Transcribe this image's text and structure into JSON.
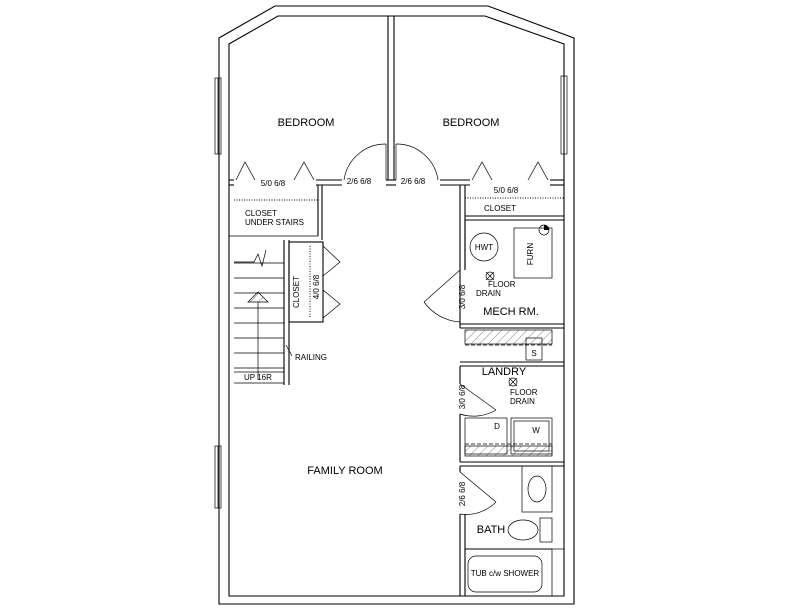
{
  "rooms": {
    "bedroom_left": "BEDROOM",
    "bedroom_right": "BEDROOM",
    "family_room": "FAMILY ROOM",
    "mech_room": "MECH RM.",
    "laundry": "LANDRY",
    "bath": "BATH",
    "closet_right": "CLOSET",
    "closet_stairs_line1": "CLOSET",
    "closet_stairs_line2": "UNDER STAIRS",
    "closet_vertical": "CLOSET"
  },
  "dimensions": {
    "bed_left_closet": "5/0 6/8",
    "bed_left_door": "2/6 6/8",
    "bed_right_door": "2/6 6/8",
    "bed_right_closet": "5/0 6/8",
    "closet_vertical_door": "4/0 6/8",
    "mech_door": "3/0 6/8",
    "laundry_door": "3/0 6/8",
    "bath_door": "2/6 6/8"
  },
  "fixtures": {
    "hwt": "HWT",
    "furnace": "FURN",
    "floor_drain_1_line1": "FLOOR",
    "floor_drain_1_line2": "DRAIN",
    "floor_drain_2_line1": "FLOOR",
    "floor_drain_2_line2": "DRAIN",
    "sink": "S",
    "dryer": "D",
    "washer": "W",
    "tub": "TUB c/w SHOWER"
  },
  "stairs": {
    "up_label": "UP 16R",
    "railing": "RAILING"
  }
}
